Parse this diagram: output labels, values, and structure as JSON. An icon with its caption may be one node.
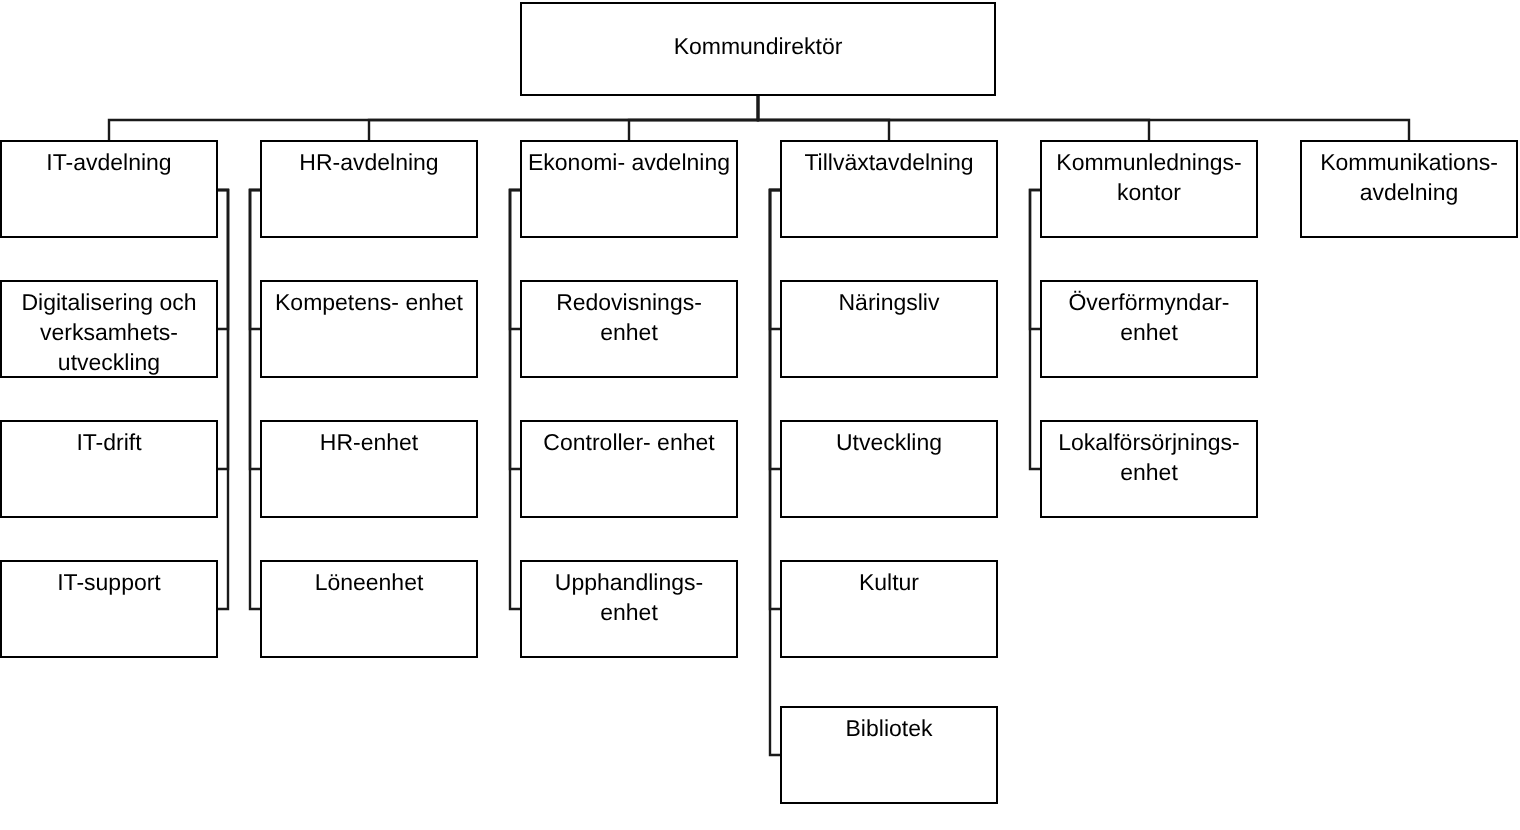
{
  "diagram": {
    "nodes": [
      {
        "text": [
          "Kommundirektör"
        ]
      },
      {
        "text": [
          "IT-avdelning"
        ]
      },
      {
        "text": [
          "HR-avdelning"
        ]
      },
      {
        "text": [
          "Ekonomi- avdelning"
        ]
      },
      {
        "text": [
          "Tillväxtavdelning"
        ]
      },
      {
        "text": [
          "Kommunlednings- kontor"
        ]
      },
      {
        "text": [
          "Kommunikations- avdelning"
        ]
      },
      {
        "text": [
          "Digitalisering och verksamhets- utveckling"
        ]
      },
      {
        "text": [
          "IT-drift"
        ]
      },
      {
        "text": [
          "IT-support"
        ]
      },
      {
        "text": [
          "Kompetens- enhet"
        ]
      },
      {
        "text": [
          "HR-enhet"
        ]
      },
      {
        "text": [
          "Löneenhet"
        ]
      },
      {
        "text": [
          "Redovisnings- enhet"
        ]
      },
      {
        "text": [
          "Controller- enhet"
        ]
      },
      {
        "text": [
          "Upphandlings- enhet"
        ]
      },
      {
        "text": [
          "Näringsliv"
        ]
      },
      {
        "text": [
          "Utveckling"
        ]
      },
      {
        "text": [
          "Kultur"
        ]
      },
      {
        "text": [
          "Bibliotek"
        ]
      },
      {
        "text": [
          "Överförmyndar- enhet"
        ]
      },
      {
        "text": [
          "Lokalförsörjnings- enhet"
        ]
      }
    ],
    "edges": [
      {
        "from": 0,
        "to": 1,
        "arrow": "none"
      },
      {
        "from": 0,
        "to": 2,
        "arrow": "none"
      },
      {
        "from": 0,
        "to": 3,
        "arrow": "none"
      },
      {
        "from": 0,
        "to": 4,
        "arrow": "none"
      },
      {
        "from": 0,
        "to": 5,
        "arrow": "none"
      },
      {
        "from": 0,
        "to": 6,
        "arrow": "none"
      },
      {
        "from": 1,
        "to": 7,
        "arrow": "none"
      },
      {
        "from": 1,
        "to": 8,
        "arrow": "none"
      },
      {
        "from": 1,
        "to": 9,
        "arrow": "none"
      },
      {
        "from": 2,
        "to": 10,
        "arrow": "none"
      },
      {
        "from": 2,
        "to": 11,
        "arrow": "none"
      },
      {
        "from": 2,
        "to": 12,
        "arrow": "none"
      },
      {
        "from": 3,
        "to": 13,
        "arrow": "none"
      },
      {
        "from": 3,
        "to": 14,
        "arrow": "none"
      },
      {
        "from": 3,
        "to": 15,
        "arrow": "none"
      },
      {
        "from": 4,
        "to": 16,
        "arrow": "none"
      },
      {
        "from": 4,
        "to": 17,
        "arrow": "none"
      },
      {
        "from": 4,
        "to": 18,
        "arrow": "none"
      },
      {
        "from": 4,
        "to": 19,
        "arrow": "none"
      },
      {
        "from": 5,
        "to": 20,
        "arrow": "none"
      },
      {
        "from": 5,
        "to": 21,
        "arrow": "none"
      }
    ]
  }
}
